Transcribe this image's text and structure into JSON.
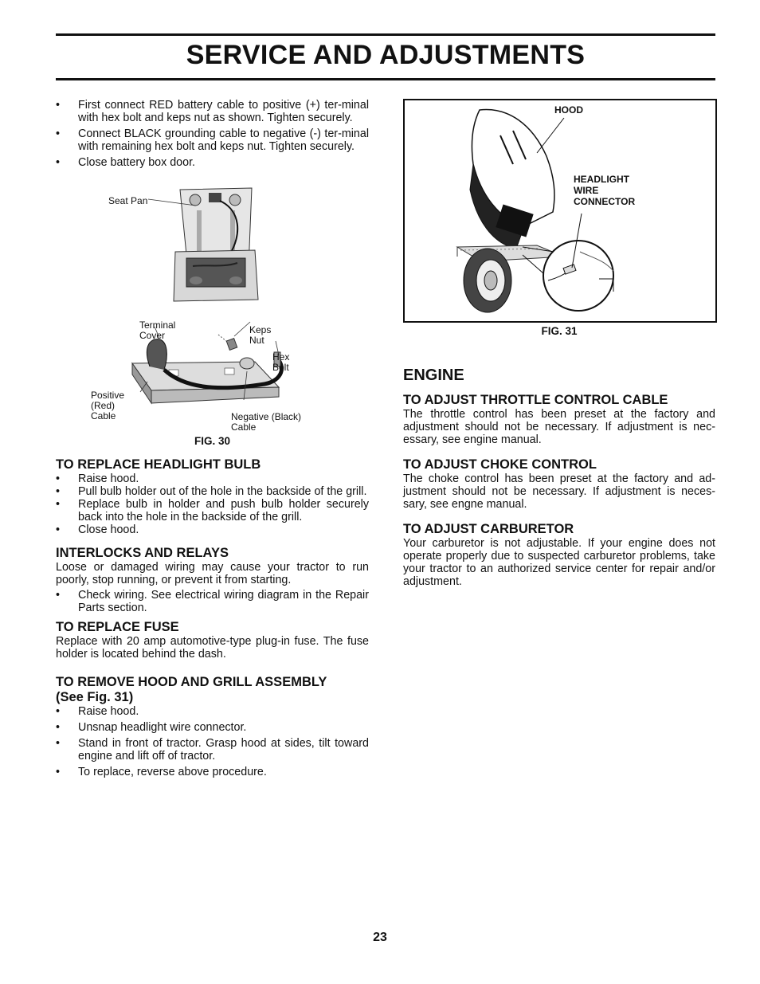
{
  "page": {
    "title": "SERVICE AND ADJUSTMENTS",
    "page_number": "23"
  },
  "battery": {
    "items": [
      "First connect RED battery cable to positive (+) ter-minal with hex bolt and keps nut as shown. Tighten securely.",
      "Connect BLACK grounding cable to negative (-) ter-minal with remaining hex bolt and keps nut. Tighten securely.",
      "Close battery box door."
    ]
  },
  "fig30": {
    "caption": "FIG. 30",
    "seat_pan": "Seat Pan",
    "terminal_cover_1": "Terminal",
    "terminal_cover_2": "Cover",
    "keps_nut_1": "Keps",
    "keps_nut_2": "Nut",
    "hex_bolt_1": "Hex",
    "hex_bolt_2": "Bolt",
    "positive_1": "Positive",
    "positive_2": "(Red)",
    "positive_3": "Cable",
    "negative_1": "Negative (Black)",
    "negative_2": "Cable"
  },
  "headlight": {
    "heading": "TO REPLACE HEADLIGHT BULB",
    "items": [
      "Raise hood.",
      "Pull bulb holder out of the hole in the backside of the grill.",
      "Replace bulb in holder and push bulb holder securely back into the hole in the backside of the grill.",
      "Close hood."
    ]
  },
  "interlocks": {
    "heading": "INTERLOCKS AND RELAYS",
    "text": "Loose or damaged wiring may cause your tractor to run poorly, stop running, or prevent it from starting.",
    "items": [
      "Check wiring.  See electrical wiring diagram in the Repair Parts section."
    ]
  },
  "fuse": {
    "heading": "TO REPLACE FUSE",
    "text": "Replace with 20 amp automotive-type plug-in fuse.  The fuse holder is located behind the dash."
  },
  "hood": {
    "heading_1": "TO REMOVE HOOD AND GRILL ASSEMBLY",
    "heading_2": "(See Fig. 31)",
    "items": [
      "Raise hood.",
      "Unsnap headlight wire connector.",
      "Stand in front of tractor.  Grasp hood at sides, tilt toward engine and lift off of tractor.",
      "To replace, reverse above procedure."
    ]
  },
  "fig31": {
    "caption": "FIG. 31",
    "hood_label": "HOOD",
    "connector_1": "HEADLIGHT",
    "connector_2": "WIRE",
    "connector_3": "CONNECTOR"
  },
  "engine": {
    "heading": "ENGINE",
    "throttle_heading": "TO ADJUST THROTTLE CONTROL CABLE",
    "throttle_text": "The throttle control has been preset at the factory and adjustment should not be necessary. If adjustment is nec-essary, see engine manual.",
    "choke_heading": "TO ADJUST CHOKE CONTROL",
    "choke_text": "The choke control has been preset at the factory and ad-justment should not be necessary. If adjustment is neces-sary, see engne manual.",
    "carb_heading": "TO ADJUST CARBURETOR",
    "carb_text": "Your carburetor is not adjustable. If your engine does not operate properly due to suspected carburetor problems, take your tractor to an authorized service center for repair and/or adjustment."
  }
}
